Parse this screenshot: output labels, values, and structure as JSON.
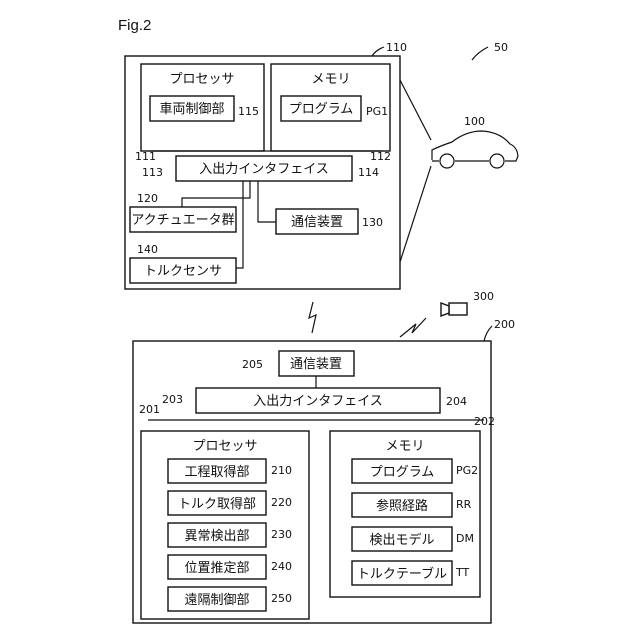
{
  "figure_label": "Fig.2",
  "refs": {
    "system": "50",
    "vehicle": "100",
    "camera": "300"
  },
  "vehicle_controller": {
    "ref": "110",
    "processor": {
      "label": "プロセッサ",
      "ref": "111"
    },
    "vehicle_control_unit": {
      "label": "車両制御部",
      "ref": "115"
    },
    "memory": {
      "label": "メモリ",
      "ref": "112"
    },
    "program": {
      "label": "プログラム",
      "ref": "PG1"
    },
    "io_interface": {
      "label": "入出力インタフェイス",
      "ref_left": "113",
      "ref_right": "114"
    },
    "actuators": {
      "label": "アクチュエータ群",
      "ref": "120"
    },
    "comm_device": {
      "label": "通信装置",
      "ref": "130"
    },
    "torque_sensor": {
      "label": "トルクセンサ",
      "ref": "140"
    }
  },
  "server": {
    "ref": "200",
    "comm_device": {
      "label": "通信装置",
      "ref": "205"
    },
    "io_interface": {
      "label": "入出力インタフェイス",
      "ref_left": "203",
      "ref_right": "204"
    },
    "processor": {
      "label": "プロセッサ",
      "ref": "201",
      "units": [
        {
          "label": "工程取得部",
          "ref": "210"
        },
        {
          "label": "トルク取得部",
          "ref": "220"
        },
        {
          "label": "異常検出部",
          "ref": "230"
        },
        {
          "label": "位置推定部",
          "ref": "240"
        },
        {
          "label": "遠隔制御部",
          "ref": "250"
        }
      ]
    },
    "memory": {
      "label": "メモリ",
      "ref": "202",
      "items": [
        {
          "label": "プログラム",
          "ref": "PG2"
        },
        {
          "label": "参照経路",
          "ref": "RR"
        },
        {
          "label": "検出モデル",
          "ref": "DM"
        },
        {
          "label": "トルクテーブル",
          "ref": "TT"
        }
      ]
    }
  }
}
